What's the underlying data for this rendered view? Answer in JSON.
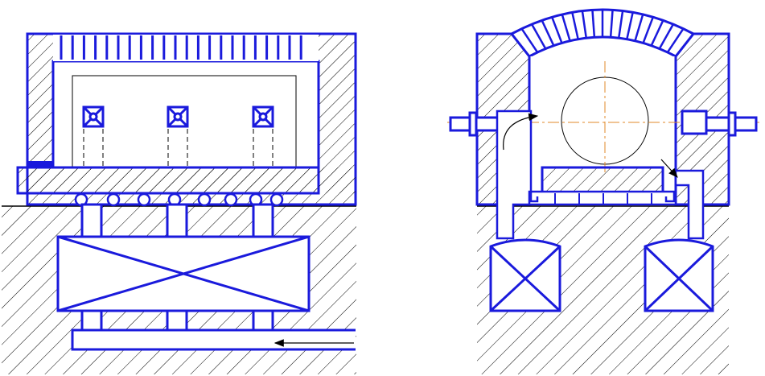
{
  "drawing": {
    "colors": {
      "outline": "#1a1adc",
      "hatch": "#000000",
      "centerline": "#e08a2a",
      "background": "#ffffff"
    },
    "views": [
      {
        "id": "longitudinal-section",
        "parts": [
          "furnace-wall",
          "roof-brick-rows",
          "chamber",
          "workpiece-holders",
          "hearth-slab",
          "roller-row",
          "support-pillars",
          "heat-exchanger-box",
          "duct-pipe",
          "flow-arrow"
        ]
      },
      {
        "id": "cross-section",
        "parts": [
          "furnace-wall",
          "arched-roof",
          "circular-workpiece",
          "burner-nozzles",
          "hearth-slab",
          "flue-channels",
          "heat-exchanger-boxes",
          "flow-arrows"
        ]
      }
    ]
  }
}
